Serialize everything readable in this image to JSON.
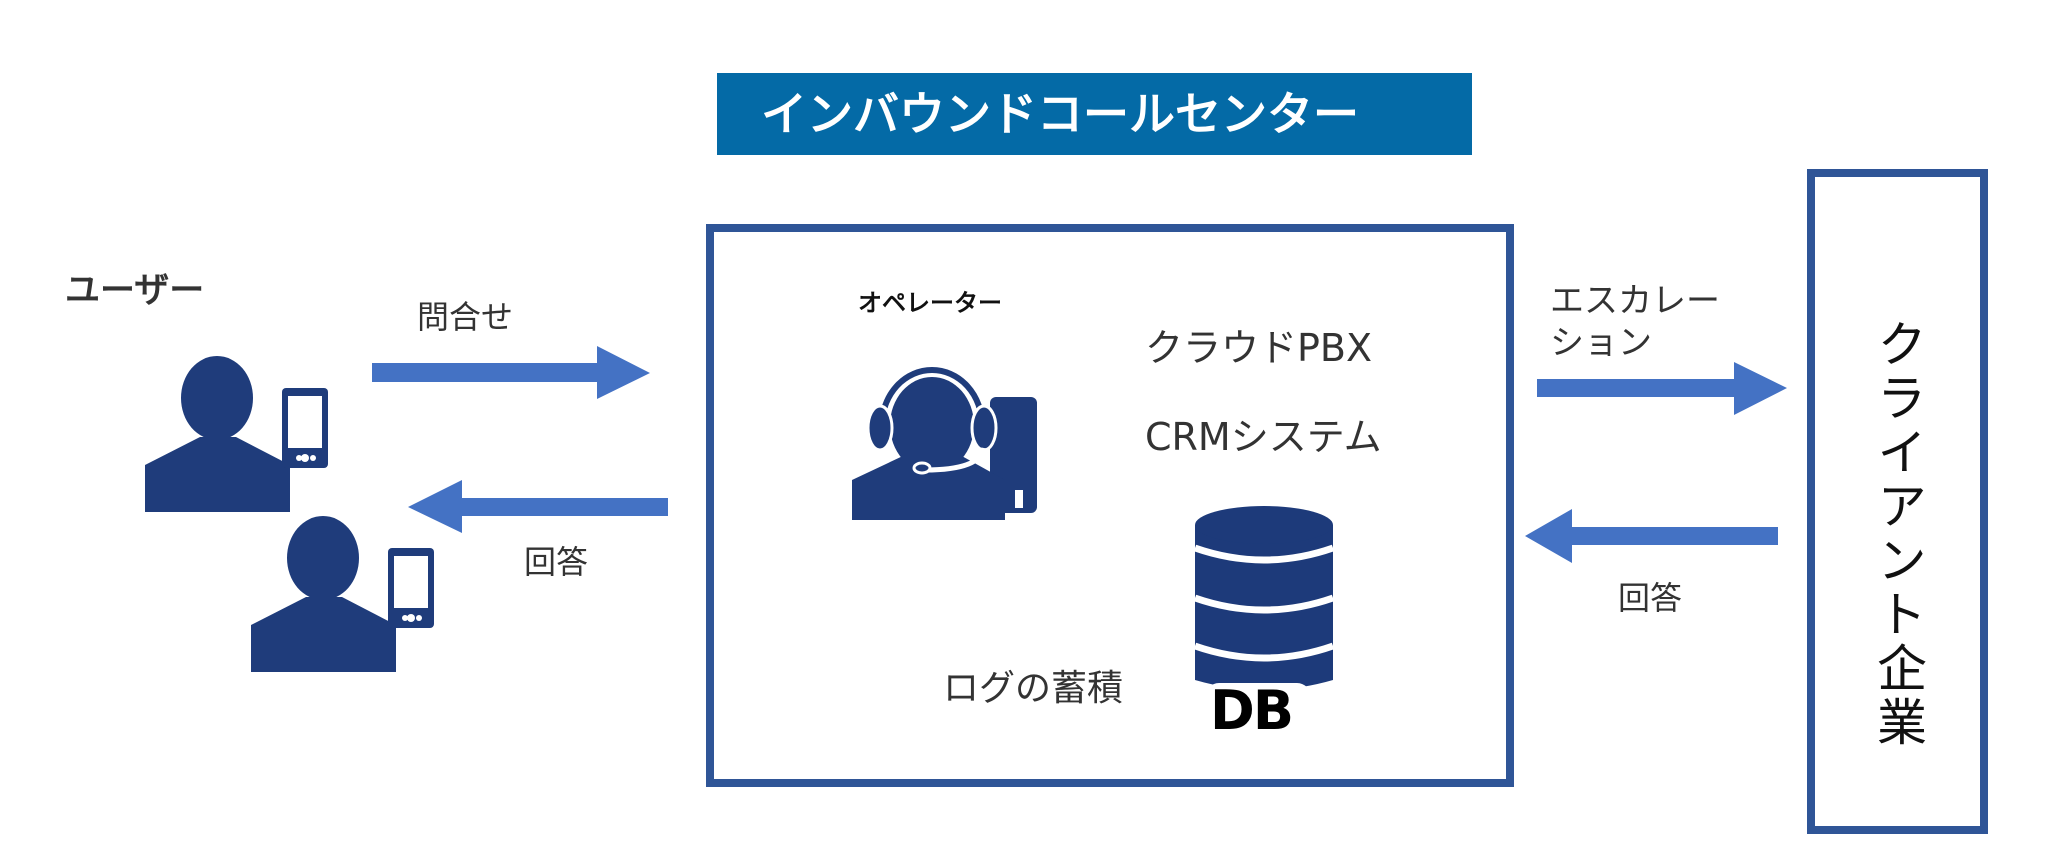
{
  "title": "インバウンドコールセンター",
  "users": {
    "label": "ユーザー",
    "icons": [
      "user-with-phone-icon",
      "user-with-phone-icon"
    ]
  },
  "flows": {
    "inquiry": {
      "label": "問合せ",
      "direction": "right"
    },
    "user_reply": {
      "label": "回答",
      "direction": "left"
    },
    "escalation": {
      "label_lines": [
        "エスカレー",
        "ション"
      ],
      "direction": "right"
    },
    "client_reply": {
      "label": "回答",
      "direction": "left"
    }
  },
  "call_center": {
    "operator_label": "オペレーター",
    "operator_icon": "headset-operator-icon",
    "systems": [
      "クラウドPBX",
      "CRMシステム"
    ],
    "log_label": "ログの蓄積",
    "db_icon": "database-icon",
    "db_label": "DB"
  },
  "client": {
    "label": "クライアント企業"
  },
  "colors": {
    "banner": "#046aa6",
    "box_border": "#2f5597",
    "arrow": "#4472c4",
    "icon": "#1f3c7b",
    "text": "#333333"
  }
}
